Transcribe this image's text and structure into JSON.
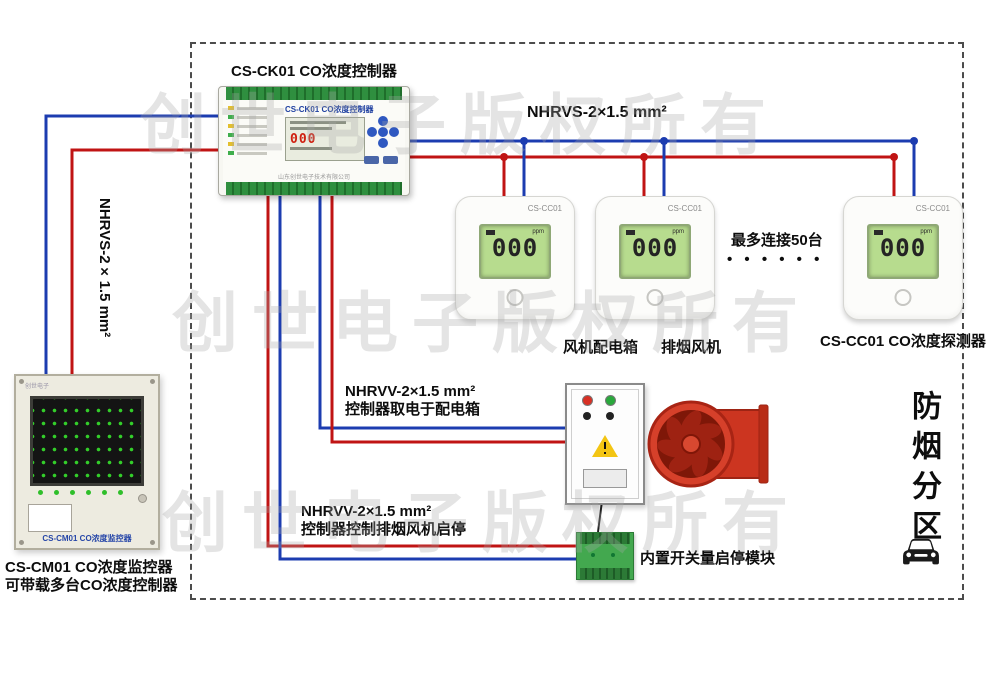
{
  "colors": {
    "wire_red": "#c01414",
    "wire_blue": "#1c3cb0",
    "terminal_green": "#2f8f3f",
    "lcd_green": "#b7dc8e",
    "fan_red": "#d6402a",
    "title_blue": "#1e3fa0",
    "watermark_gray": "#a8a8a8"
  },
  "watermark": {
    "text": "创世电子版权所有"
  },
  "controller": {
    "label": "CS-CK01 CO浓度控制器",
    "device_title": "CS-CK01 CO浓度控制器",
    "manufacturer": "山东创世电子技术有限公司",
    "lcd_digits": "000"
  },
  "cables": {
    "top_label": "NHRVS-2×1.5 mm²",
    "left_label": "NHRVS-2×1.5 mm²",
    "power_label_line1": "NHRVV-2×1.5 mm²",
    "power_label_line2": "控制器取电于配电箱",
    "control_label_line1": "NHRVV-2×1.5 mm²",
    "control_label_line2": "控制器控制排烟风机启停"
  },
  "detectors": {
    "model": "CS-CC01",
    "caption": "CS-CC01 CO浓度探测器",
    "lcd_value": "000",
    "lcd_unit": "ppm",
    "max_note": "最多连接50台",
    "ellipsis_dots": "• • • • • •"
  },
  "fan_box": {
    "caption": "风机配电箱"
  },
  "fan": {
    "caption": "排烟风机"
  },
  "switch_module": {
    "caption": "内置开关量启停模块"
  },
  "zone": {
    "caption": "防烟分区"
  },
  "monitor": {
    "device_title": "CS-CM01 CO浓度监控器",
    "logo_text": "创世电子",
    "caption_line1": "CS-CM01 CO浓度监控器",
    "caption_line2": "可带载多台CO浓度控制器"
  }
}
